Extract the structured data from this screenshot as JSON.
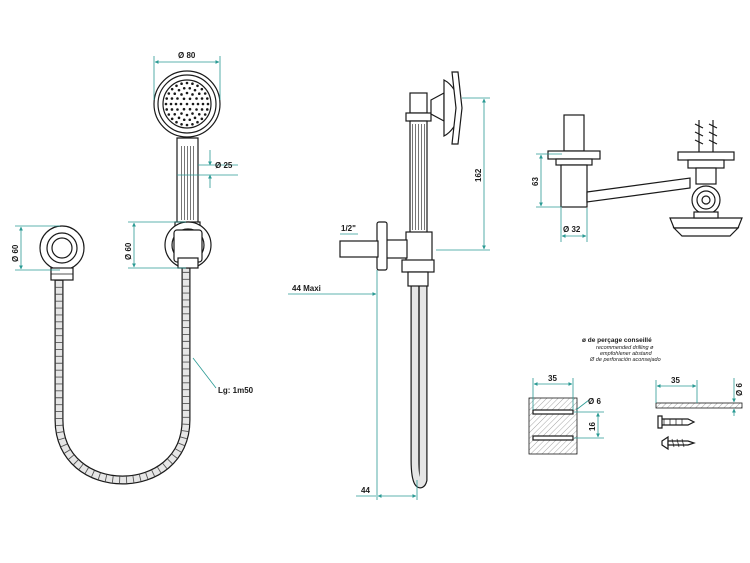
{
  "dimensions": {
    "head_diameter": "Ø 80",
    "handle_diameter": "Ø 25",
    "wall_outlet_diameter": "Ø 60",
    "holder_diameter": "Ø 60",
    "hose_length": "Lg: 1m50",
    "thread": "1/2\"",
    "max_projection": "44 Maxi",
    "riser_height": "162",
    "bottom_offset": "44",
    "bracket_height": "63",
    "bracket_diameter": "Ø 32",
    "anchor_depth_a": "35",
    "anchor_diameter_a": "Ø 6",
    "anchor_spacing": "16",
    "anchor_depth_b": "35",
    "anchor_diameter_b": "Ø 6"
  },
  "drilling_note": {
    "title": "ø de perçage conseillé",
    "lines": [
      "recommended drilling ø",
      "empfohlener abstand",
      "Ø de perforación aconsejado"
    ]
  },
  "colors": {
    "dimension_lines": "#2a9a94",
    "outline": "#1a1a1a"
  }
}
